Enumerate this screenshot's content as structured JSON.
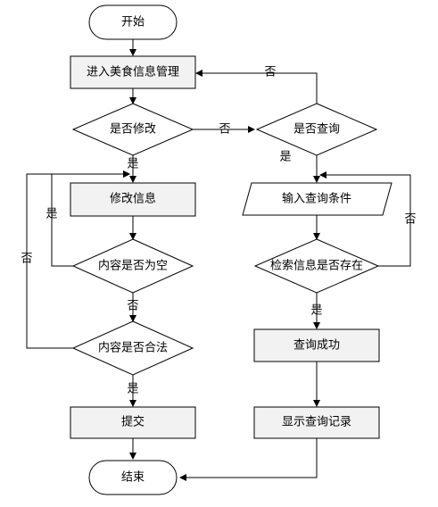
{
  "nodes": {
    "start": "开始",
    "manage": "进入美食信息管理",
    "modify_q": "是否修改",
    "query_q": "是否查询",
    "modify_info": "修改信息",
    "input_cond": "输入查询条件",
    "empty_q": "内容是否为空",
    "exists_q": "检索信息是否存在",
    "legal_q": "内容是否合法",
    "query_ok": "查询成功",
    "submit": "提交",
    "show_records": "显示查询记录",
    "end": "结束"
  },
  "edges": {
    "yes": "是",
    "no": "否"
  }
}
